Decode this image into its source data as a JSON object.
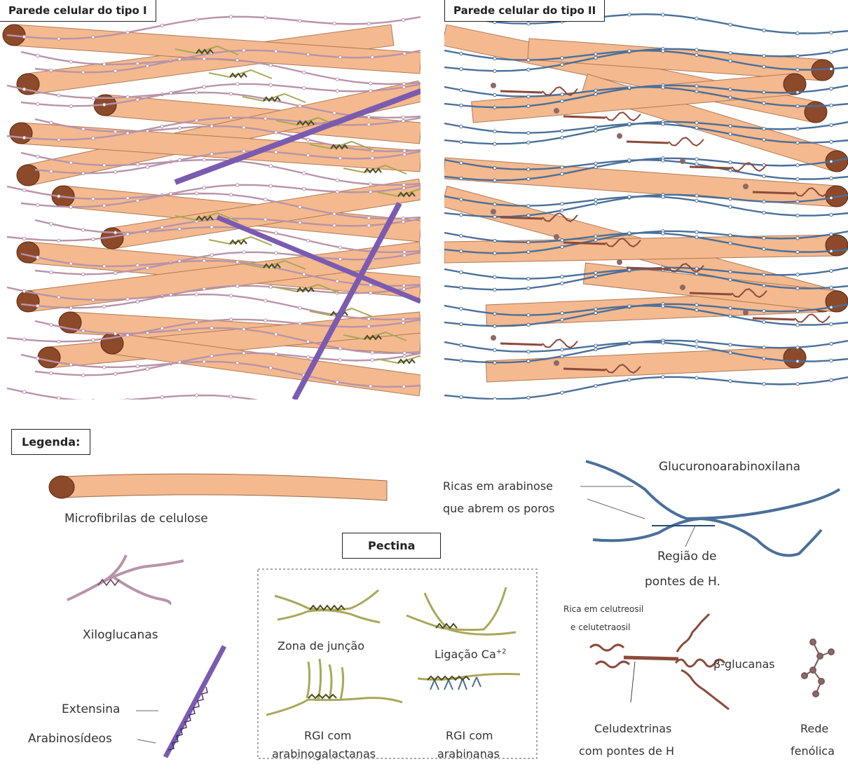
{
  "panels": [
    {
      "title": "Parede celular do tipo I"
    },
    {
      "title": "Parede celular do tipo II"
    }
  ],
  "legend": {
    "title": "Legenda:",
    "microfibrils": "Microfibrilas de celulose",
    "xyloglucans": "Xiloglucanas",
    "extensin": "Extensina",
    "arabinosides": "Arabinosídeos",
    "pectin": {
      "title": "Pectina",
      "junction_zone": "Zona de junção",
      "calcium_link": "Ligação Ca",
      "calcium_superscript": "+2",
      "rgi_arabinogalactan_1": "RGI com",
      "rgi_arabinogalactan_2": "arabinogalactanas",
      "rgi_arabinan_1": "RGI com",
      "rgi_arabinan_2": "arabinanas"
    },
    "gax": {
      "name": "Glucuronoarabinoxilana",
      "pores_1": "Ricas em arabinose",
      "pores_2": "que abrem os poros",
      "hbond_region_1": "Região de",
      "hbond_region_2": "pontes de H."
    },
    "beta_glucan": {
      "rich_1": "Rica em celutreosil",
      "rich_2": "e celutetraosil",
      "name": "β-glucanas",
      "cellodextrin_1": "Celudextrinas",
      "cellodextrin_2": "com pontes de H"
    },
    "phenolic": {
      "name_1": "Rede",
      "name_2": "fenólica"
    }
  },
  "colors": {
    "cellulose": "#f4b98e",
    "cellulose_end": "#8c4a2a",
    "xyloglucan": "#b894a8",
    "extensin": "#7a5bb0",
    "pectin": "#a8a85a",
    "gax": "#4a6f99",
    "beta_glucan": "#8c4a3a"
  }
}
